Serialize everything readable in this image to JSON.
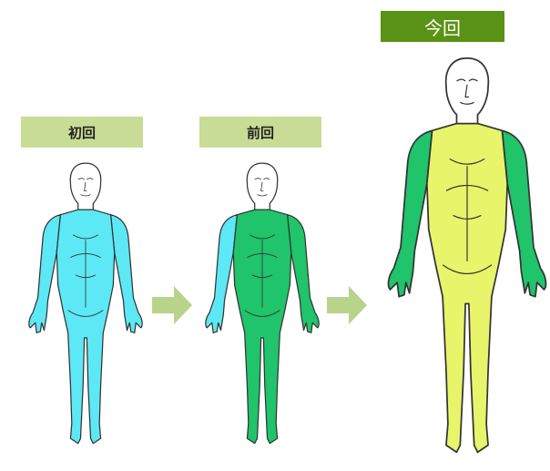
{
  "labels": {
    "first": "初回",
    "previous": "前回",
    "current": "今回"
  },
  "colors": {
    "label_bg": "#c9dc95",
    "label_current_bg": "#5a9215",
    "arrow": "#b8d48a",
    "first_body": "#5de8f5",
    "prev_body": "#1fc46b",
    "prev_left_arm": "#5de8f5",
    "now_body": "#e8f46a",
    "now_arms": "#1fc46b",
    "outline": "#333333"
  }
}
